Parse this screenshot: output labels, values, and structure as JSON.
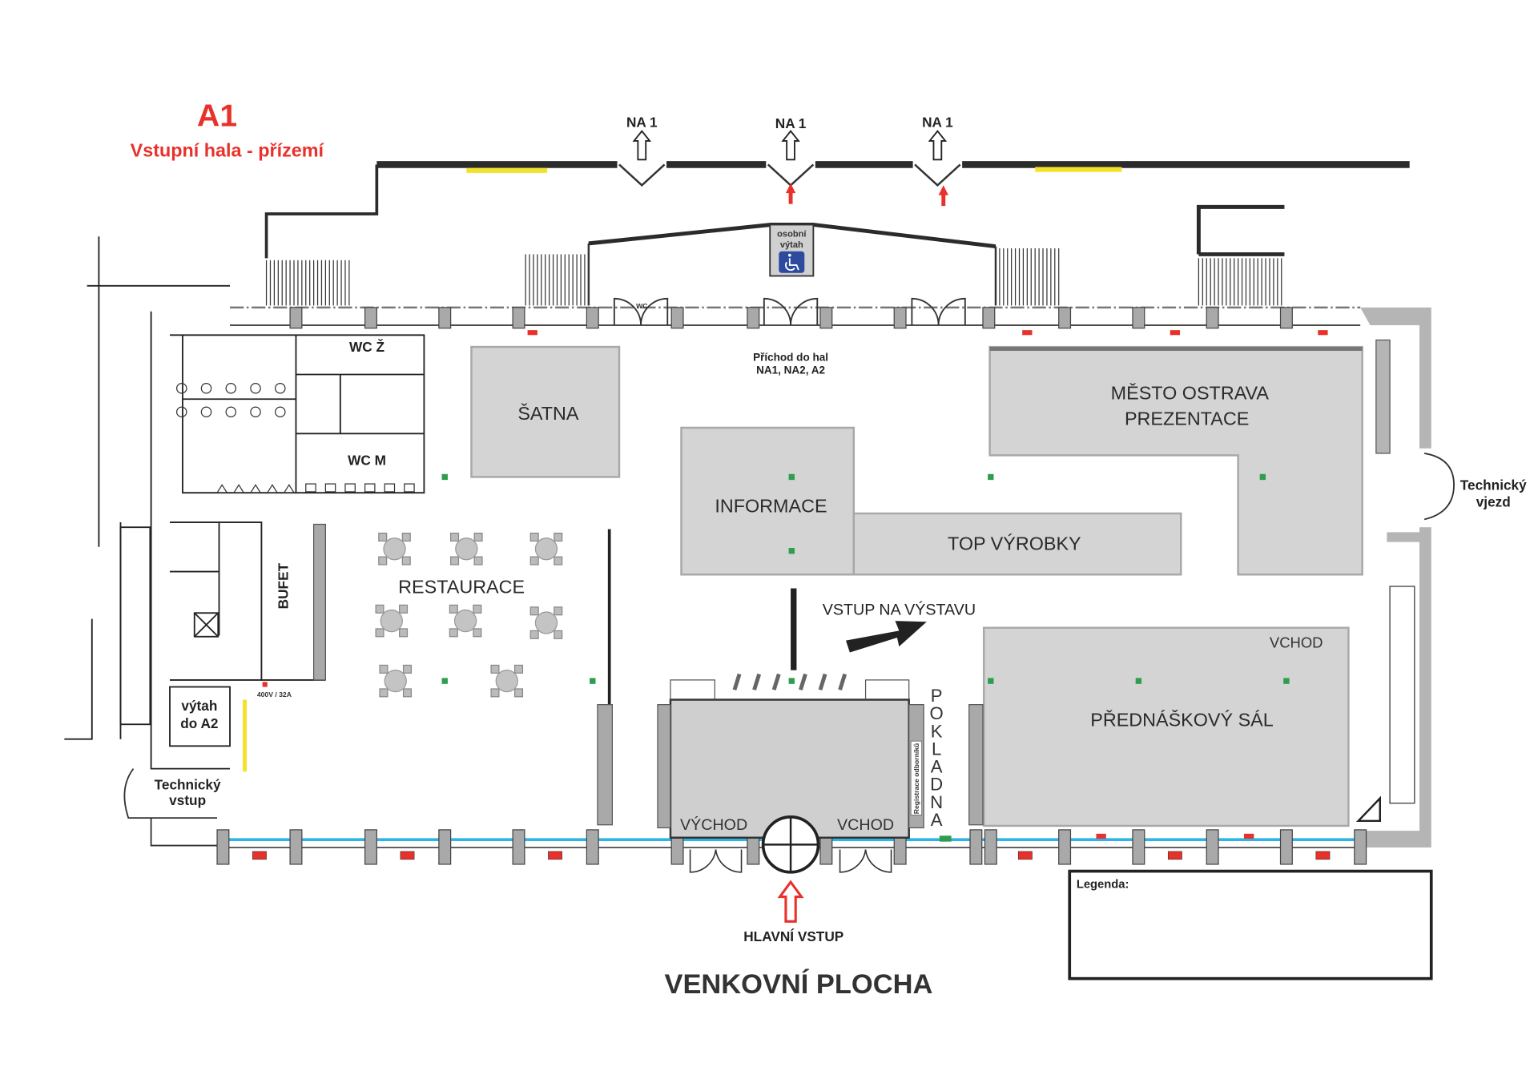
{
  "header": {
    "hall_code": "A1",
    "subtitle": "Vstupní hala - přízemí"
  },
  "colors": {
    "accent_red": "#e8312a",
    "room_fill": "#d4d4d4",
    "window_yellow": "#f3e22c",
    "glass_cyan": "#2bb5e6",
    "marker_green": "#2e9d4e",
    "wheelchair_blue": "#2c4b9e"
  },
  "top": {
    "exits": [
      "NA 1",
      "NA 1",
      "NA 1"
    ]
  },
  "elevator": {
    "line1": "osobní",
    "line2": "výtah",
    "icon": "wheelchair-icon"
  },
  "passage": {
    "line1": "Příchod do hal",
    "line2": "NA1, NA2, A2"
  },
  "small_wc": "WC",
  "rooms": {
    "satna": "ŠATNA",
    "mesto_line1": "MĚSTO OSTRAVA",
    "mesto_line2": "PREZENTACE",
    "informace": "INFORMACE",
    "top_vyrobky": "TOP VÝROBKY",
    "prednaskovy_sal": "PŘEDNÁŠKOVÝ SÁL",
    "sal_vchod": "VCHOD",
    "restaurace": "RESTAURACE",
    "bufet": "BUFET",
    "wc_z": "WC Ž",
    "wc_m": "WC M",
    "vytah_line1": "výtah",
    "vytah_line2": "do A2",
    "power": "400V / 32A"
  },
  "labels": {
    "vstup_na_vystavu": "VSTUP NA VÝSTAVU",
    "vychod": "VÝCHOD",
    "vchod": "VCHOD",
    "pokladna": [
      "P",
      "O",
      "K",
      "L",
      "A",
      "D",
      "N",
      "A"
    ],
    "registrace": "Registrace odborníků",
    "hlavni_vstup": "HLAVNÍ VSTUP",
    "venkovni_plocha": "VENKOVNÍ PLOCHA",
    "technicky_vjezd_1": "Technický",
    "technicky_vjezd_2": "vjezd",
    "technicky_vstup_1": "Technický",
    "technicky_vstup_2": "vstup"
  },
  "legend": {
    "title": "Legenda:"
  }
}
